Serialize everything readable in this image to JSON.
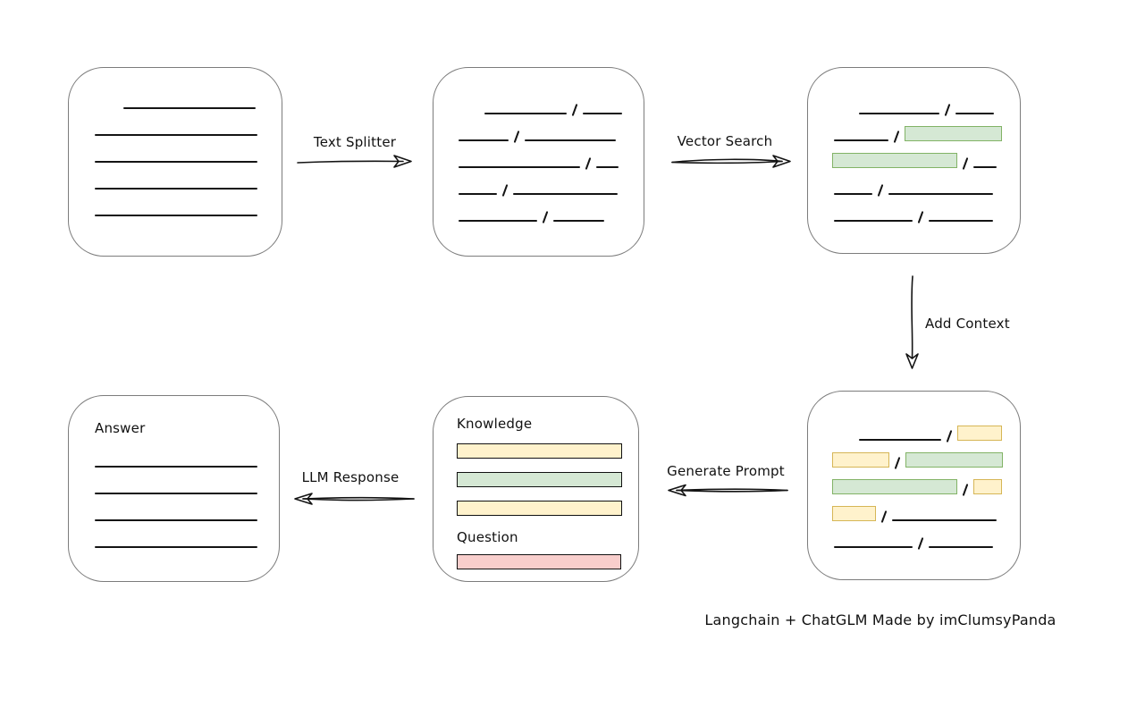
{
  "palette": {
    "green_fill": "#d5e8d4",
    "green_border": "#82b366",
    "yellow_fill": "#fff2cc",
    "yellow_border": "#d6b656",
    "red_fill": "#f8cecc",
    "red_border": "#b85450",
    "box_border": "#7c7c7c",
    "line_color": "#141414",
    "text_color": "#111111"
  },
  "arrows": {
    "text_splitter": {
      "label": "Text Splitter",
      "direction": "right"
    },
    "vector_search": {
      "label": "Vector Search",
      "direction": "right"
    },
    "add_context": {
      "label": "Add Context",
      "direction": "down"
    },
    "generate_prompt": {
      "label": "Generate Prompt",
      "direction": "left"
    },
    "llm_response": {
      "label": "LLM Response",
      "direction": "left"
    }
  },
  "boxes": {
    "source_document": {
      "rows": [
        {
          "offset": 61,
          "segments": [
            {
              "type": "line",
              "w": 148
            }
          ]
        },
        {
          "offset": 29,
          "segments": [
            {
              "type": "line",
              "w": 182
            }
          ]
        },
        {
          "offset": 29,
          "segments": [
            {
              "type": "line",
              "w": 182
            }
          ]
        },
        {
          "offset": 29,
          "segments": [
            {
              "type": "line",
              "w": 182
            }
          ]
        },
        {
          "offset": 29,
          "segments": [
            {
              "type": "line",
              "w": 182
            }
          ]
        }
      ]
    },
    "split_text": {
      "rows": [
        {
          "offset": 57,
          "segments": [
            {
              "type": "line",
              "w": 92
            },
            {
              "type": "slash"
            },
            {
              "type": "line",
              "w": 44
            }
          ]
        },
        {
          "offset": 28,
          "segments": [
            {
              "type": "line",
              "w": 56
            },
            {
              "type": "slash"
            },
            {
              "type": "line",
              "w": 102
            }
          ]
        },
        {
          "offset": 28,
          "segments": [
            {
              "type": "line",
              "w": 136
            },
            {
              "type": "slash"
            },
            {
              "type": "line",
              "w": 25
            }
          ]
        },
        {
          "offset": 28,
          "segments": [
            {
              "type": "line",
              "w": 43
            },
            {
              "type": "slash"
            },
            {
              "type": "line",
              "w": 117
            }
          ]
        },
        {
          "offset": 28,
          "segments": [
            {
              "type": "line",
              "w": 88
            },
            {
              "type": "slash"
            },
            {
              "type": "line",
              "w": 57
            }
          ]
        }
      ]
    },
    "matched_text": {
      "rows": [
        {
          "offset": 57,
          "segments": [
            {
              "type": "line",
              "w": 90
            },
            {
              "type": "slash"
            },
            {
              "type": "line",
              "w": 43
            }
          ]
        },
        {
          "offset": 29,
          "segments": [
            {
              "type": "line",
              "w": 61
            },
            {
              "type": "slash"
            },
            {
              "type": "green",
              "w": 107
            }
          ]
        },
        {
          "offset": 27,
          "segments": [
            {
              "type": "green",
              "w": 138
            },
            {
              "type": "slash"
            },
            {
              "type": "line",
              "w": 26
            }
          ]
        },
        {
          "offset": 29,
          "segments": [
            {
              "type": "line",
              "w": 43
            },
            {
              "type": "slash"
            },
            {
              "type": "line",
              "w": 117
            }
          ]
        },
        {
          "offset": 29,
          "segments": [
            {
              "type": "line",
              "w": 88
            },
            {
              "type": "slash"
            },
            {
              "type": "line",
              "w": 72
            }
          ]
        }
      ]
    },
    "context_text": {
      "rows": [
        {
          "offset": 57,
          "segments": [
            {
              "type": "line",
              "w": 92
            },
            {
              "type": "slash"
            },
            {
              "type": "yellow",
              "w": 48
            }
          ]
        },
        {
          "offset": 27,
          "segments": [
            {
              "type": "yellow",
              "w": 62
            },
            {
              "type": "slash"
            },
            {
              "type": "green",
              "w": 107
            }
          ]
        },
        {
          "offset": 27,
          "segments": [
            {
              "type": "green",
              "w": 138
            },
            {
              "type": "slash"
            },
            {
              "type": "yellow",
              "w": 30
            }
          ]
        },
        {
          "offset": 27,
          "segments": [
            {
              "type": "yellow",
              "w": 47
            },
            {
              "type": "slash"
            },
            {
              "type": "line",
              "w": 117
            }
          ]
        },
        {
          "offset": 29,
          "segments": [
            {
              "type": "line",
              "w": 88
            },
            {
              "type": "slash"
            },
            {
              "type": "line",
              "w": 72
            }
          ]
        }
      ]
    },
    "prompt": {
      "knowledge_label": "Knowledge",
      "question_label": "Question",
      "knowledge_bars": [
        "yellow",
        "green",
        "yellow"
      ],
      "question_bar": "red"
    },
    "answer": {
      "label": "Answer",
      "line_count": 4
    }
  },
  "footer": {
    "text": "Langchain + ChatGLM Made by imClumsyPanda"
  }
}
